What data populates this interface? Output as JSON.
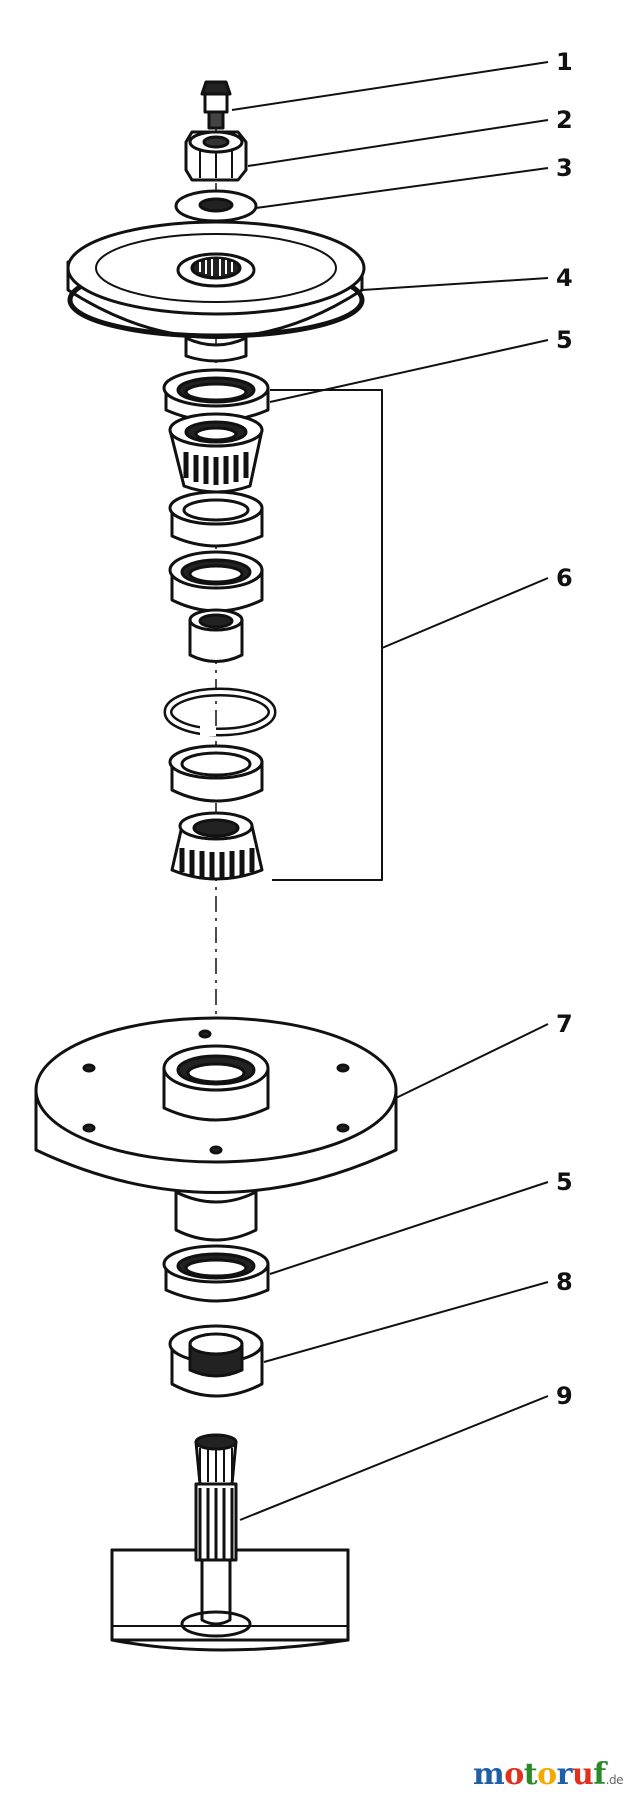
{
  "labels": {
    "n1": "1",
    "n2": "2",
    "n3": "3",
    "n4": "4",
    "n5a": "5",
    "n6": "6",
    "n7": "7",
    "n5b": "5",
    "n8": "8",
    "n9": "9"
  },
  "watermark": {
    "parts": [
      "m",
      "o",
      "t",
      "o",
      "r",
      "u",
      "f"
    ],
    "suffix": ".de",
    "colors": [
      "#1f5fa8",
      "#e0301e",
      "#2a8a2a",
      "#f2a900",
      "#1f5fa8",
      "#e0301e",
      "#2a8a2a"
    ]
  }
}
